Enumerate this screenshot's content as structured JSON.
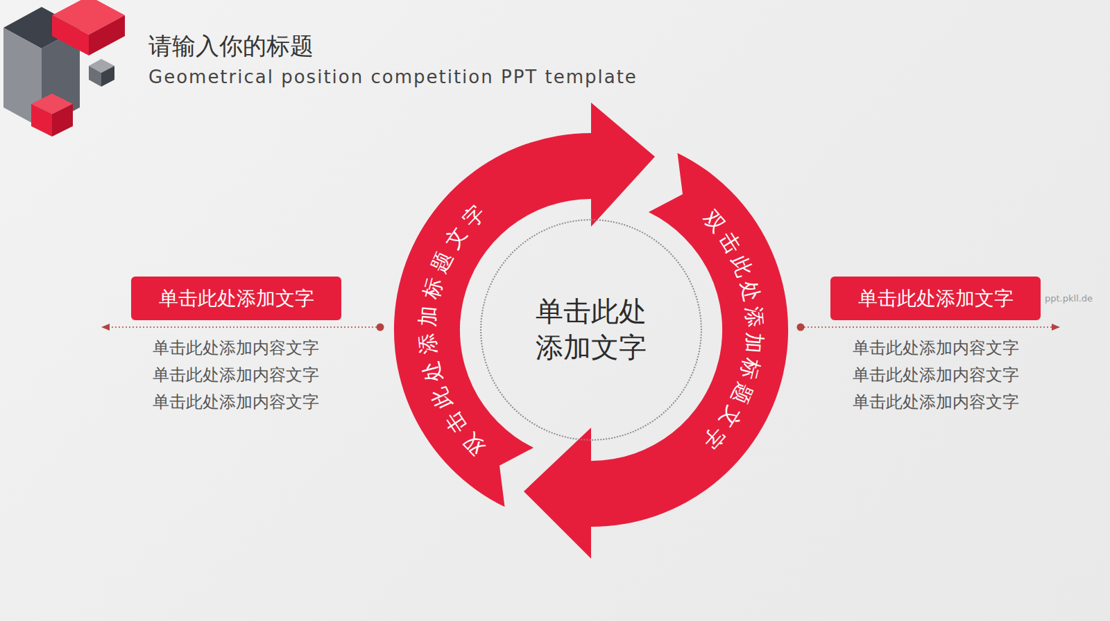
{
  "diagram": {
    "title": "请输入你的标题",
    "nodes": [
      {
        "text": [
          "单击此处添加文字"
        ]
      },
      {
        "text": [
          "双击此处添加标题文字"
        ]
      },
      {
        "text": [
          "单击此处 添加文字"
        ]
      },
      {
        "text": [
          "双击此处添加标题文字"
        ]
      },
      {
        "text": [
          "单击此处添加文字"
        ]
      }
    ],
    "labels": [
      "Geometrical position competition PPT template",
      "单击此处添加内容文字",
      "单击此处添加内容文字",
      "单击此处添加内容文字",
      "单击此处添加内容文字",
      "单击此处添加内容文字",
      "单击此处添加内容文字",
      "ppt.pkll.de"
    ]
  }
}
